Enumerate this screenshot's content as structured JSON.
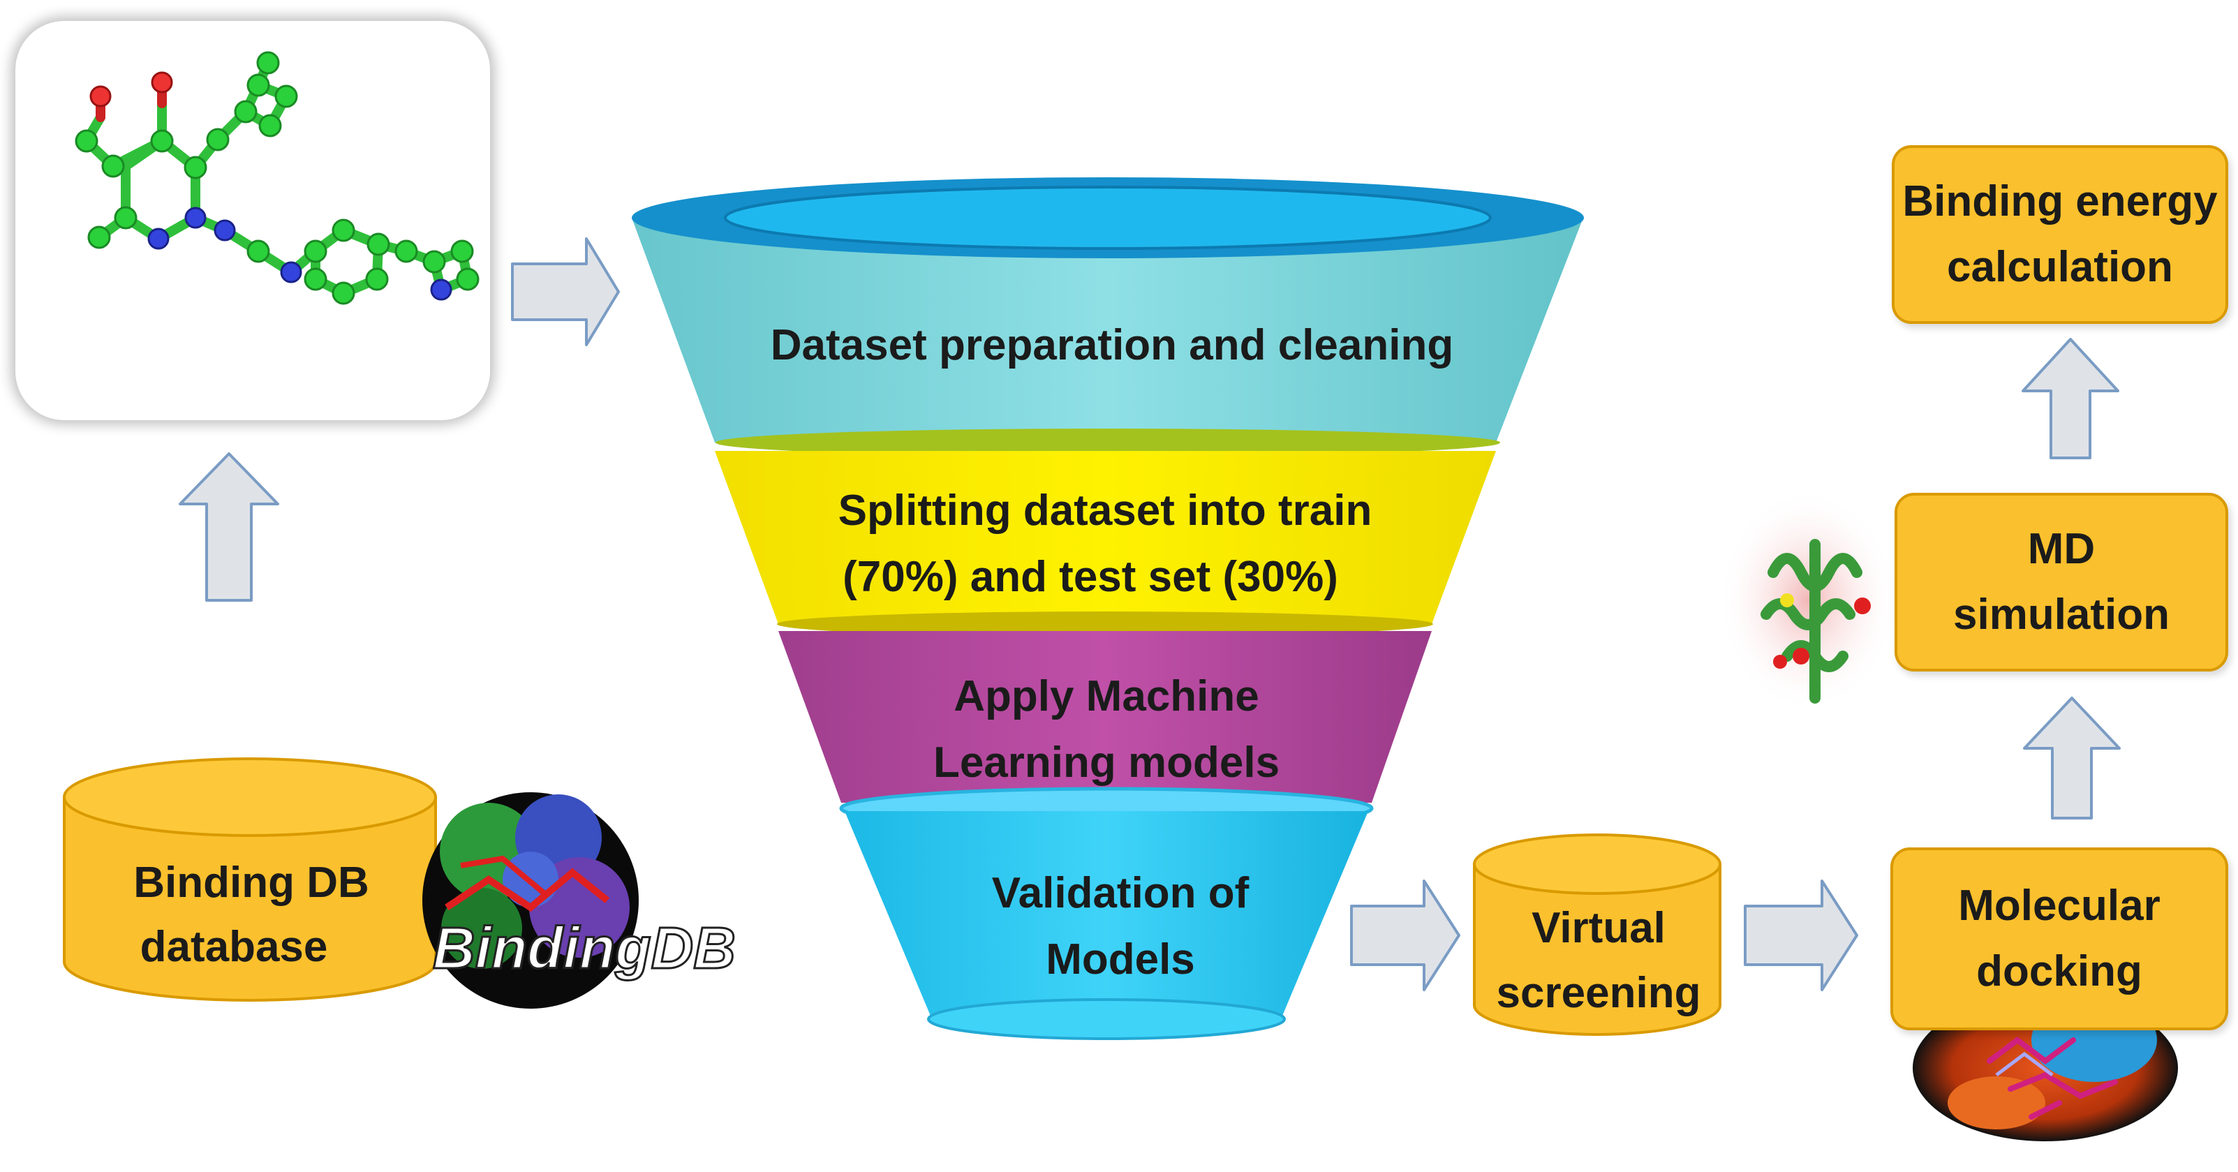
{
  "funnel": {
    "stage1": "Dataset preparation and cleaning",
    "stage2_line1": "Splitting dataset into train",
    "stage2_line2": "(70%)  and test set (30%)",
    "stage3_line1": "Apply Machine",
    "stage3_line2": "Learning models",
    "stage4_line1": "Validation of",
    "stage4_line2": "Models"
  },
  "left": {
    "db_line1": "Binding DB",
    "db_line2": "database",
    "logo_text": "BindingDB"
  },
  "right": {
    "virtual_line1": "Virtual",
    "virtual_line2": "screening",
    "docking_line1": "Molecular",
    "docking_line2": "docking",
    "md_line1": "MD",
    "md_line2": "simulation",
    "energy_line1": "Binding energy",
    "energy_line2": "calculation"
  },
  "colors": {
    "stage1": "#7ad4d9",
    "stage2": "#fbec00",
    "stage3": "#b24c9e",
    "stage4": "#29c8f2",
    "box": "#fbc02d",
    "arrow": "#dfe3e8",
    "arrow_stroke": "#7a9cc4"
  },
  "icons": [
    "molecule-structure-icon",
    "protein-structure-icon",
    "docking-surface-icon",
    "bindingdb-logo-icon",
    "right-arrow-icon",
    "up-arrow-icon"
  ]
}
